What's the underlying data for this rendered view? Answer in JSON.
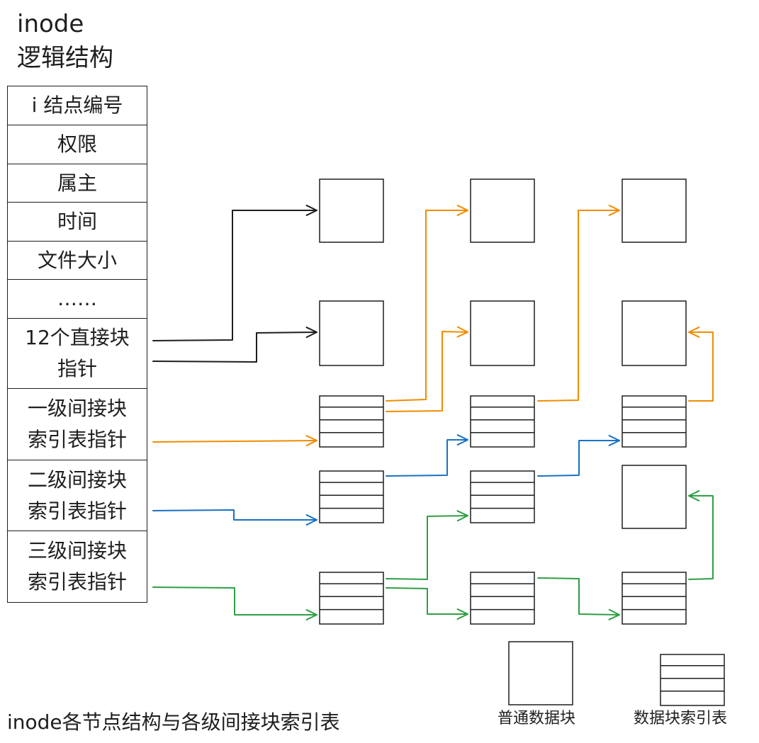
{
  "heading": {
    "line1": "inode",
    "line2": "逻辑结构"
  },
  "inode_fields": [
    {
      "lines": [
        "i 结点编号"
      ]
    },
    {
      "lines": [
        "权限"
      ]
    },
    {
      "lines": [
        "属主"
      ]
    },
    {
      "lines": [
        "时间"
      ]
    },
    {
      "lines": [
        "文件大小"
      ]
    },
    {
      "lines": [
        "……"
      ]
    },
    {
      "lines": [
        "12个直接块",
        "指针"
      ]
    },
    {
      "lines": [
        "一级间接块",
        "索引表指针"
      ]
    },
    {
      "lines": [
        "二级间接块",
        "索引表指针"
      ]
    },
    {
      "lines": [
        "三级间接块",
        "索引表指针"
      ]
    }
  ],
  "caption": "inode各节点结构与各级间接块索引表",
  "legend": {
    "data_block": "普通数据块",
    "index_table": "数据块索引表"
  },
  "colors": {
    "direct": "#1e1e1e",
    "single": "#f08c00",
    "double": "#1971c2",
    "triple": "#2f9e44"
  }
}
